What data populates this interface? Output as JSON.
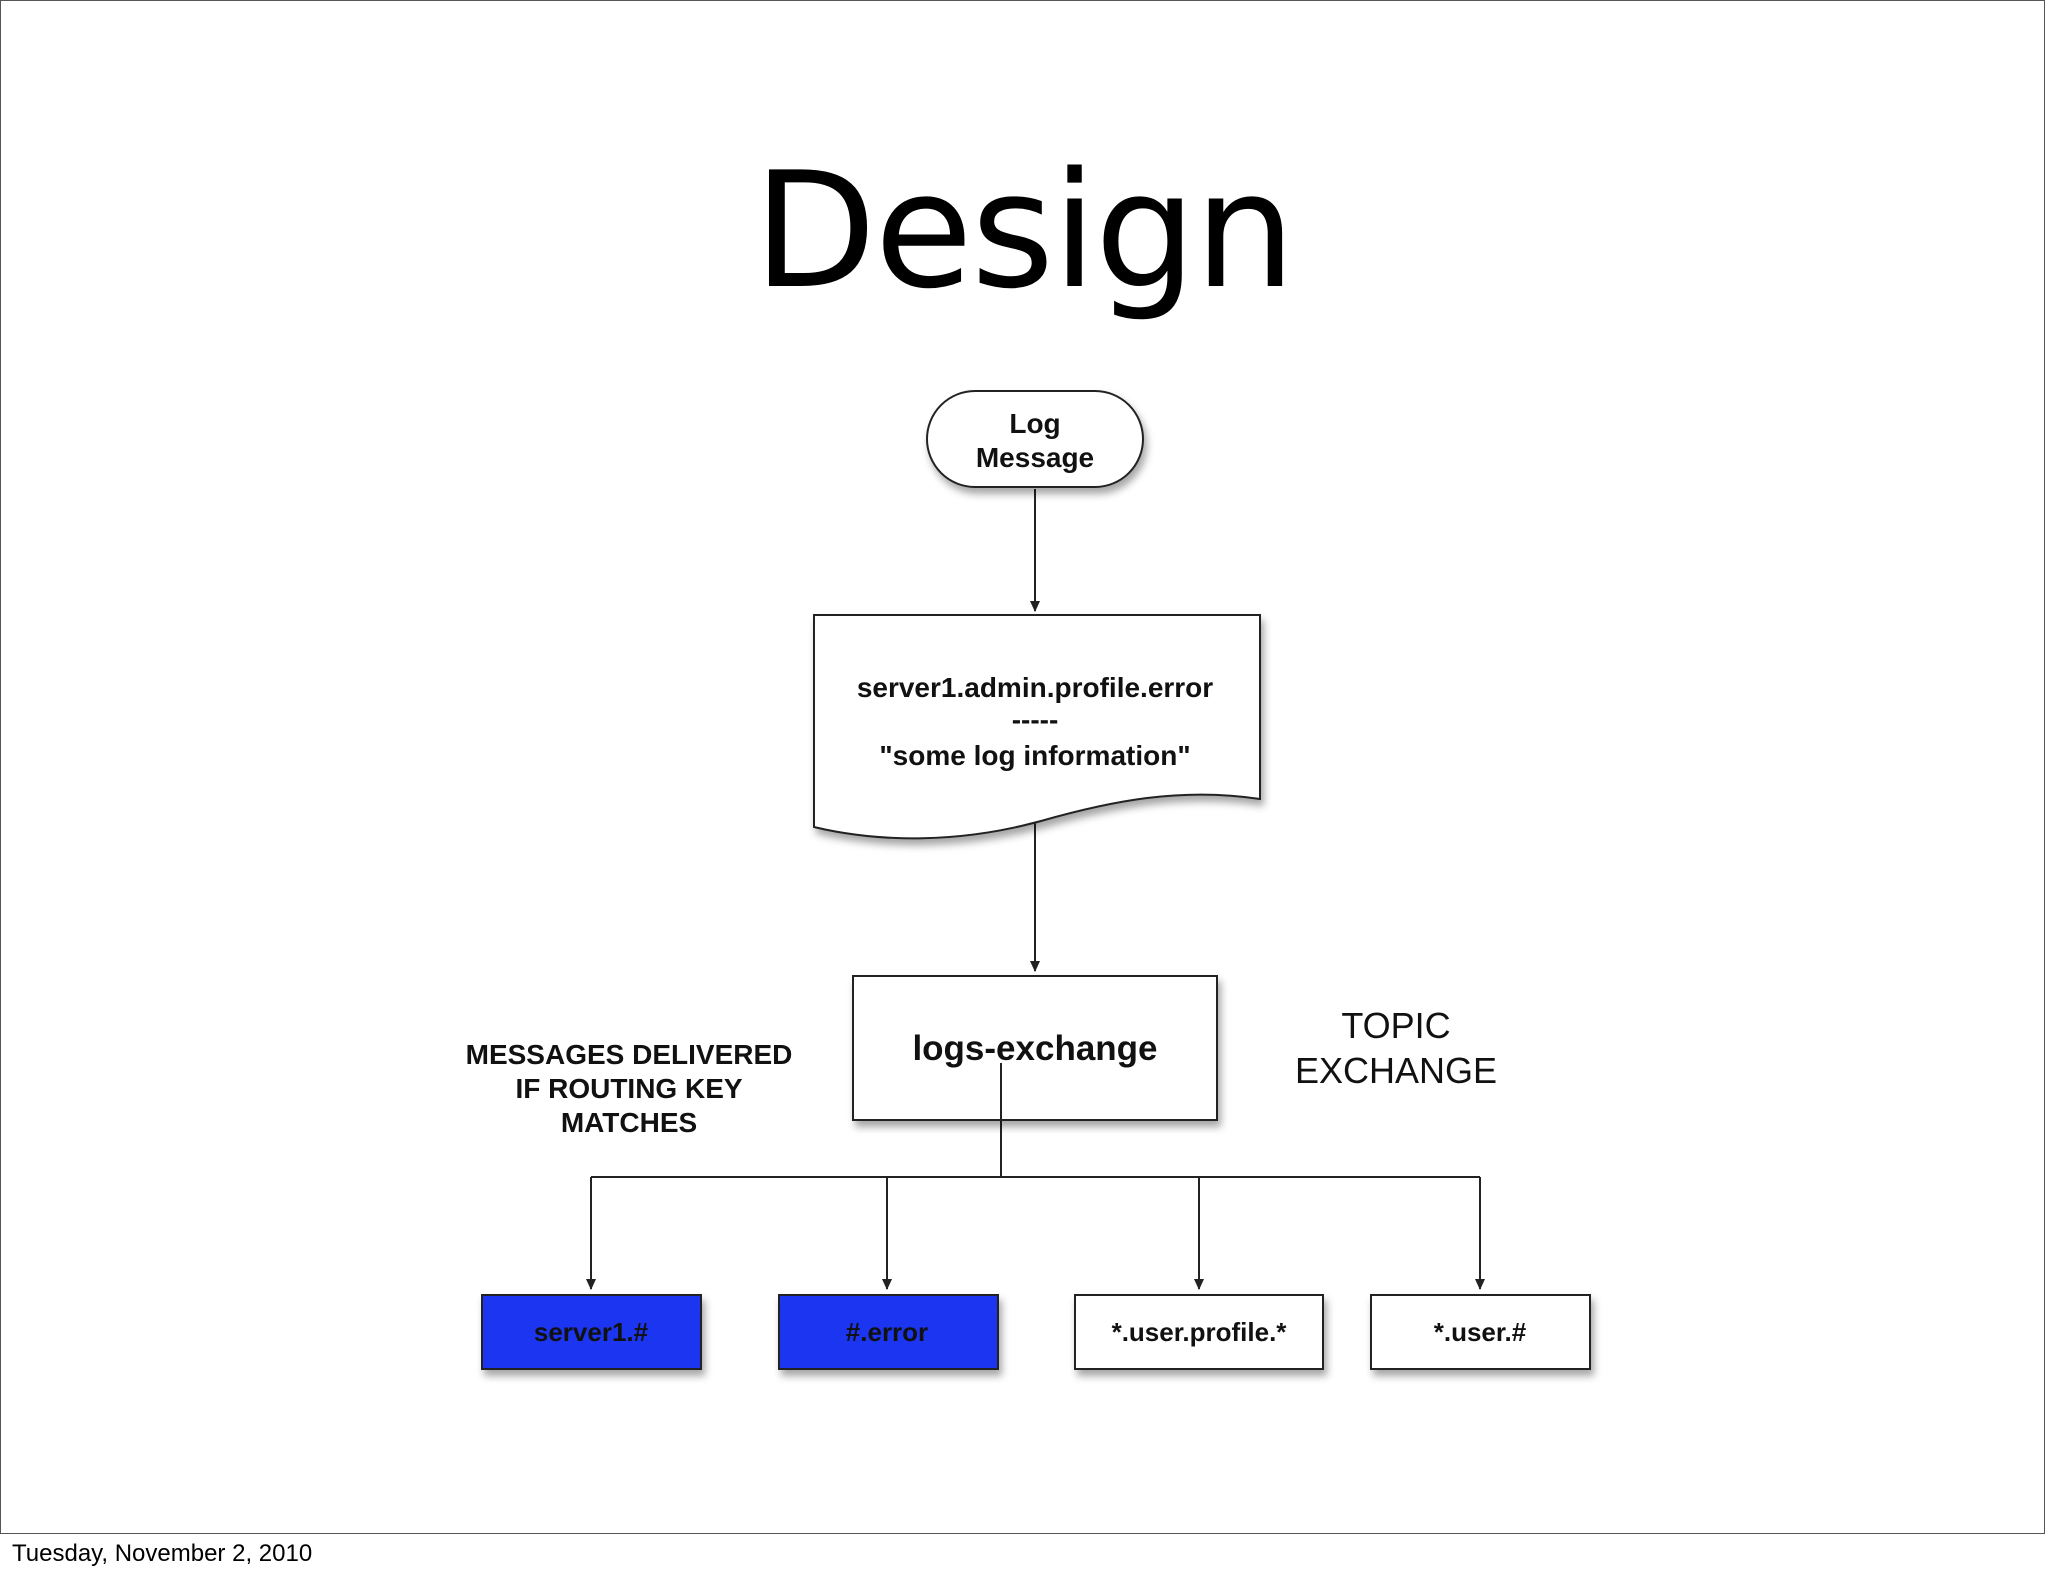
{
  "slide": {
    "title": "Design",
    "footer_date": "Tuesday, November 2, 2010"
  },
  "diagram": {
    "start_node": {
      "line1": "Log",
      "line2": "Message"
    },
    "document_node": {
      "line1": "server1.admin.profile.error",
      "line2": "-----",
      "line3": "\"some log information\""
    },
    "exchange_node": {
      "label": "logs-exchange"
    },
    "exchange_type_note": {
      "line1": "TOPIC",
      "line2": "EXCHANGE"
    },
    "delivery_note": {
      "line1": "MESSAGES DELIVERED",
      "line2": "IF ROUTING KEY",
      "line3": "MATCHES"
    },
    "bindings": [
      {
        "label": "server1.#",
        "matched": true
      },
      {
        "label": "#.error",
        "matched": true
      },
      {
        "label": "*.user.profile.*",
        "matched": false
      },
      {
        "label": "*.user.#",
        "matched": false
      }
    ],
    "colors": {
      "matched_fill": "#1f35f0",
      "matched_text": "#ffffff",
      "unmatched_fill": "#ffffff",
      "unmatched_text": "#111111",
      "stroke": "#222222"
    }
  }
}
